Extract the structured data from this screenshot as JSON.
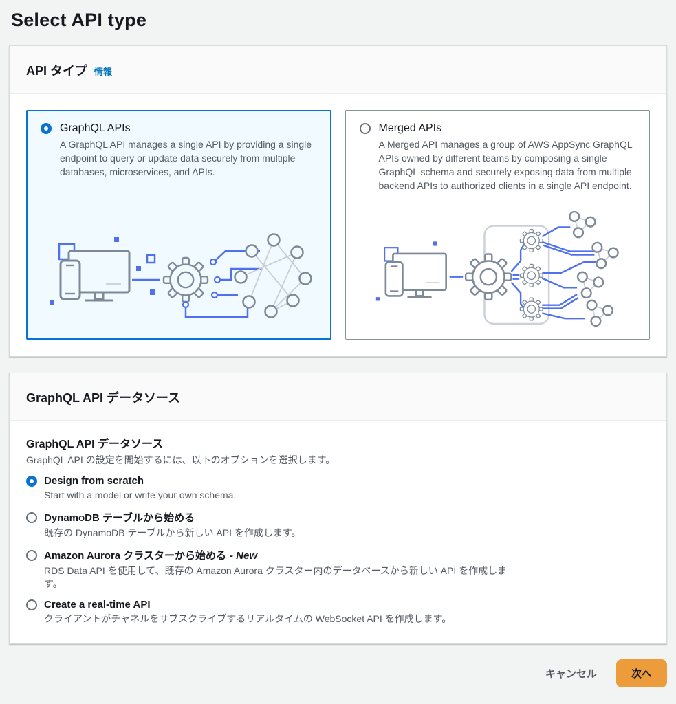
{
  "page": {
    "title": "Select API type"
  },
  "colors": {
    "accent_blue": "#0972d3",
    "link_blue": "#0073bb",
    "primary_button_orange": "#ed9c3c",
    "selected_tile_bg": "#f1faff",
    "illustration_blue": "#4f71f0"
  },
  "api_type_card": {
    "title": "API タイプ",
    "info_link": "情報",
    "options": [
      {
        "label": "GraphQL APIs",
        "description": "A GraphQL API manages a single API by providing a single endpoint to query or update data securely from multiple databases, microservices, and APIs.",
        "selected": true
      },
      {
        "label": "Merged APIs",
        "description": "A Merged API manages a group of AWS AppSync GraphQL APIs owned by different teams by composing a single GraphQL schema and securely exposing data from multiple backend APIs to authorized clients in a single API endpoint.",
        "selected": false
      }
    ]
  },
  "datasource_card": {
    "title": "GraphQL API データソース",
    "field_label": "GraphQL API データソース",
    "field_description": "GraphQL API の設定を開始するには、以下のオプションを選択します。",
    "options": [
      {
        "label": "Design from scratch",
        "description": "Start with a model or write your own schema.",
        "selected": true
      },
      {
        "label": "DynamoDB テーブルから始める",
        "description": "既存の DynamoDB テーブルから新しい API を作成します。",
        "selected": false
      },
      {
        "label": "Amazon Aurora クラスターから始める",
        "suffix": "- New",
        "description": "RDS Data API を使用して、既存の Amazon Aurora クラスター内のデータベースから新しい API を作成します。",
        "selected": false
      },
      {
        "label": "Create a real-time API",
        "description": "クライアントがチャネルをサブスクライブするリアルタイムの WebSocket API を作成します。",
        "selected": false
      }
    ]
  },
  "footer": {
    "cancel_label": "キャンセル",
    "next_label": "次へ"
  },
  "icons": {
    "graphql_illustration": "client-gear-network-diagram",
    "merged_illustration": "client-gear-multi-api-diagram"
  }
}
